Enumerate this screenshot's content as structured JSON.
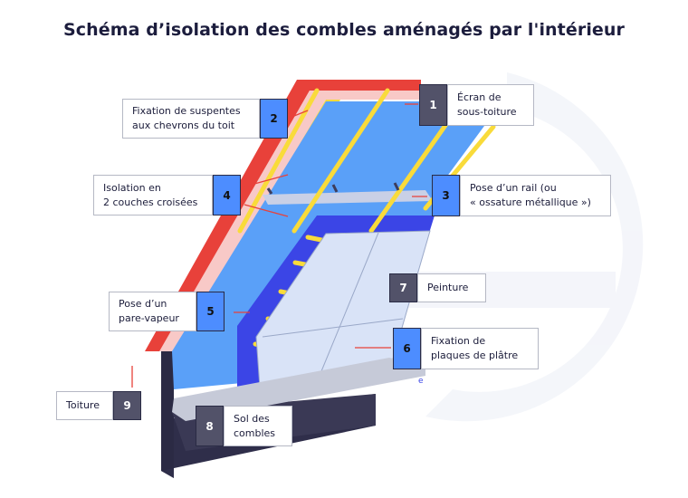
{
  "title": "Schéma d’isolation des combles aménagés par l'intérieur",
  "watermark_letter": "e",
  "colors": {
    "roof_red": "#e8413a",
    "sarking_pink": "#f8c9c7",
    "rafter_yellow": "#f9db3a",
    "insulation_blue": "#5aa0f8",
    "vapour_barrier": "#3b45e6",
    "plaster_board": "#d9e3f7",
    "floor_dark": "#2b2a44",
    "badge_blue": "#4d8dff",
    "badge_dark": "#525269"
  },
  "callouts": [
    {
      "num": "1",
      "text": "Écran de\nsous-toiture",
      "style": "dark"
    },
    {
      "num": "2",
      "text": "Fixation de suspentes\naux chevrons du toit",
      "style": "blue"
    },
    {
      "num": "3",
      "text": "Pose d’un rail (ou\n« ossature métallique »)",
      "style": "blue"
    },
    {
      "num": "4",
      "text": "Isolation en\n2 couches croisées",
      "style": "blue"
    },
    {
      "num": "5",
      "text": "Pose d’un\npare-vapeur",
      "style": "blue"
    },
    {
      "num": "6",
      "text": "Fixation de\nplaques de plâtre",
      "style": "blue"
    },
    {
      "num": "7",
      "text": "Peinture",
      "style": "dark"
    },
    {
      "num": "8",
      "text": "Sol des\ncombles",
      "style": "dark"
    },
    {
      "num": "9",
      "text": "Toiture",
      "style": "dark"
    }
  ]
}
